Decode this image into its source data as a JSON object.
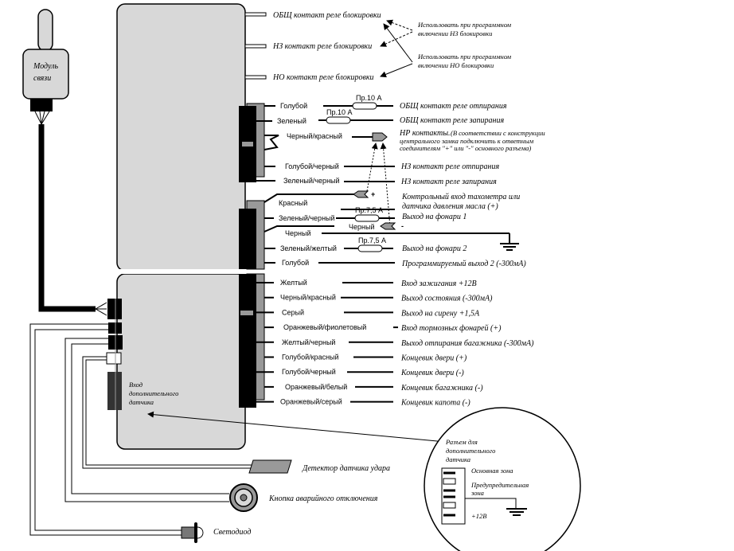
{
  "module": {
    "label_line1": "Модуль",
    "label_line2": "связи"
  },
  "relay": {
    "common": "ОБЩ контакт реле блокировки",
    "nc": "НЗ контакт реле блокировки",
    "no": "НО контакт реле блокировки",
    "note_nc_1": "Использовать при программном",
    "note_nc_2": "включении НЗ блокировки",
    "note_no_1": "Использовать при программном",
    "note_no_2": "включении НО блокировки"
  },
  "connector1": {
    "wires": [
      {
        "color": "Голубой",
        "fuse": "Пр.10 А",
        "desc": "ОБЩ контакт реле отпирания"
      },
      {
        "color": "Зеленый",
        "fuse": "Пр.10 А",
        "desc": "ОБЩ контакт реле запирания"
      },
      {
        "color": "Черный/красный",
        "desc": "НР контакты.",
        "note1": "(В соответствии с конструкции",
        "note2": "центрального замка подключить к ответным",
        "note3": "соединителям \"+\" или \"-\" основного разъема)"
      },
      {
        "color": "Голубой/черный",
        "desc": "НЗ контакт реле отпирания"
      },
      {
        "color": "Зеленый/черный",
        "desc": "НЗ контакт реле запирания"
      }
    ]
  },
  "connector2": {
    "wires": [
      {
        "color": "Красный",
        "desc1": "Контрольный вход тахометра или",
        "desc2": "датчика давления масла (+)",
        "plus": "+"
      },
      {
        "color": "Зеленый/черный",
        "fuse": "Пр.7,5 А",
        "desc": "Выход на фонари 1"
      },
      {
        "color": "Черный",
        "sub": "Черный",
        "minus": "-"
      },
      {
        "color": "Зеленый/желтый",
        "fuse": "Пр.7,5 А",
        "desc": "Выход на фонари 2"
      },
      {
        "color": "Голубой",
        "desc": "Программируемый выход 2  (-300мА)"
      }
    ]
  },
  "connector3": {
    "wires": [
      {
        "color": "Желтый",
        "desc": "Вход зажигания +12В"
      },
      {
        "color": "Черный/красный",
        "desc": "Выход состояния (-300мА)"
      },
      {
        "color": "Серый",
        "desc": "Выход на сирену +1,5А"
      },
      {
        "color": "Оранжевый/фиолетовый",
        "desc": "Вход тормозных фонарей (+)"
      },
      {
        "color": "Желтый/черный",
        "desc": "Выход отпирания багажника (-300мА)"
      },
      {
        "color": "Голубой/красный",
        "desc": "Концевик двери (+)"
      },
      {
        "color": "Голубой/черный",
        "desc": "Концевик двери (-)"
      },
      {
        "color": "Оранжевый/белый",
        "desc": "Концевик багажника (-)"
      },
      {
        "color": "Оранжевый/серый",
        "desc": "Концевик капота (-)"
      }
    ]
  },
  "aux_input": {
    "line1": "Вход",
    "line2": "дополнительного",
    "line3": "датчика"
  },
  "peripherals": {
    "shock": "Детектор датчика удара",
    "button": "Кнопка аварийного отключения",
    "led": "Светодиод"
  },
  "detail": {
    "title1": "Разъем для",
    "title2": "дополнительного",
    "title3": "датчика",
    "main_zone": "Основная зона",
    "warn_zone1": "Предупредительная",
    "warn_zone2": "зона",
    "plus12": "+12В"
  },
  "colors": {
    "body": "#d8d8d8",
    "connector": "#000000",
    "strip": "#999999",
    "plug": "#999999"
  }
}
